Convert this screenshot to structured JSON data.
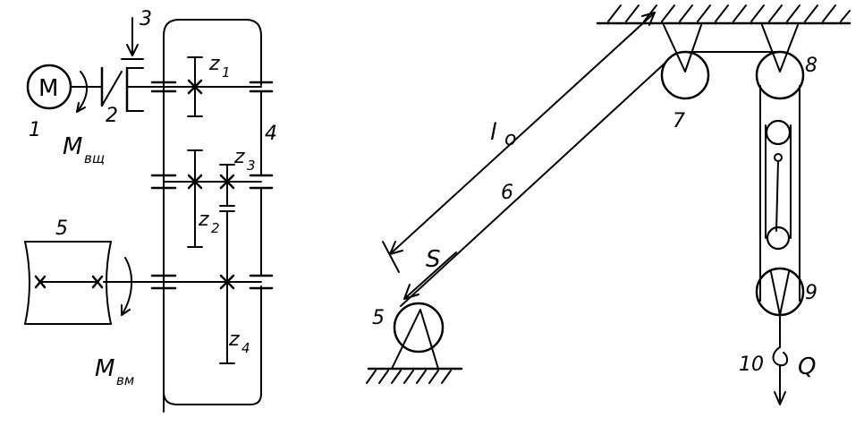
{
  "scheme_left": {
    "motor_symbol": "M",
    "labels": {
      "motor": "1",
      "brake": "2",
      "lever": "3",
      "gearbox": "4",
      "drum": "5"
    },
    "gears": [
      {
        "main": "z",
        "sub": "1"
      },
      {
        "main": "z",
        "sub": "2"
      },
      {
        "main": "z",
        "sub": "3"
      },
      {
        "main": "z",
        "sub": "4"
      }
    ],
    "moments": [
      {
        "main": "M",
        "sub": "вщ"
      },
      {
        "main": "M",
        "sub": "вм"
      }
    ]
  },
  "scheme_right": {
    "labels": {
      "drum": "5",
      "rope": "6",
      "pulley_top": "7",
      "block_top": "8",
      "block_bottom": "9",
      "hook": "10",
      "load": "Q"
    },
    "dimension_main": "l",
    "dimension_sub": "o",
    "path_label": "S"
  }
}
